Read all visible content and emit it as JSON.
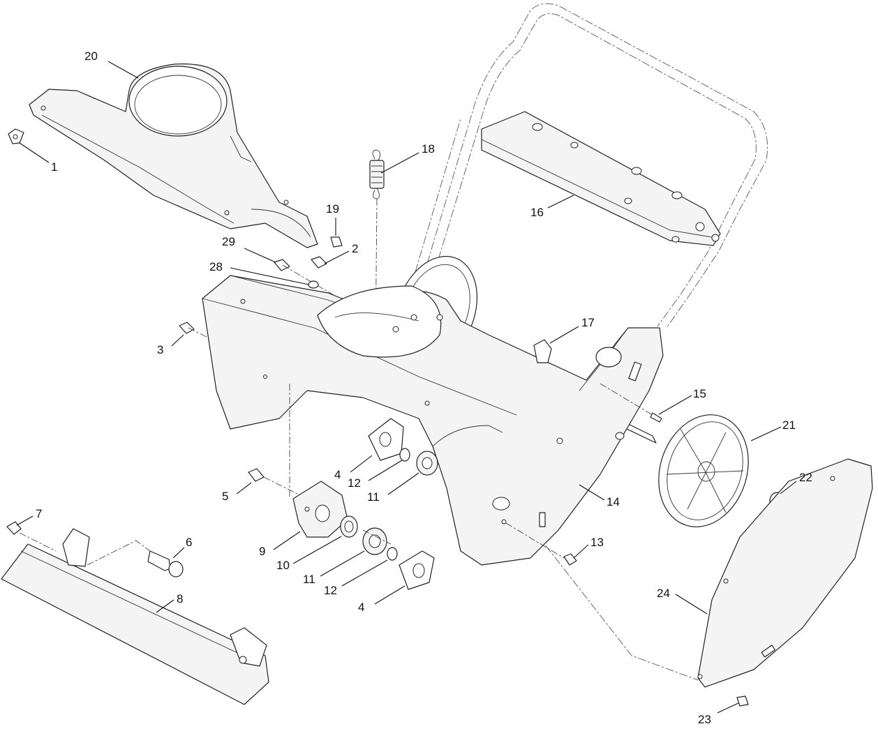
{
  "callouts": {
    "c1": "1",
    "c2": "2",
    "c3": "3",
    "c4a": "4",
    "c4b": "4",
    "c5": "5",
    "c6": "6",
    "c7": "7",
    "c8": "8",
    "c9": "9",
    "c10": "10",
    "c11a": "11",
    "c11b": "11",
    "c12a": "12",
    "c12b": "12",
    "c13": "13",
    "c14": "14",
    "c15": "15",
    "c16": "16",
    "c17": "17",
    "c18": "18",
    "c19": "19",
    "c20": "20",
    "c21": "21",
    "c22": "22",
    "c23": "23",
    "c24": "24",
    "c28": "28",
    "c29": "29"
  }
}
